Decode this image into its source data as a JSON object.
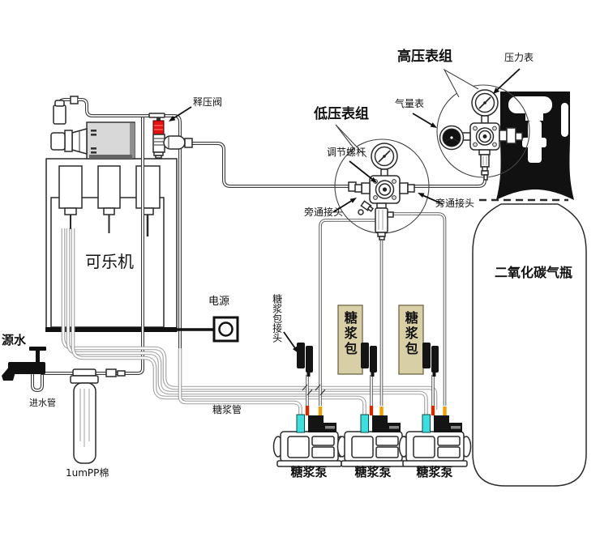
{
  "labels": {
    "source_water": "源水",
    "water_inlet_pipe": "进水管",
    "pp_filter": "1umPP棉",
    "cola_machine": "可乐机",
    "power": "电源",
    "release_valve": "释压阀",
    "low_pressure_gauge_group": "低压表组",
    "high_pressure_gauge_group": "高压表组",
    "pressure_gauge": "压力表",
    "gas_volume_gauge": "气量表",
    "adjusting_screw": "调节螺杆",
    "bypass_connector": "旁通接头",
    "syrup_pipe": "糖浆管",
    "syrup_bag_connector": "糖浆包接头",
    "syrup_bag": "糖浆包",
    "syrup_pump": "糖浆泵",
    "co2_cylinder": "二氧化碳气瓶"
  },
  "colors": {
    "release_valve_red": "#e41212",
    "syrup_bag_fill": "#d9cfa6",
    "pump_inlet_cyan": "#3fdede",
    "tube_tip_red": "#d42a00",
    "tube_tip_orange": "#f0a000"
  }
}
